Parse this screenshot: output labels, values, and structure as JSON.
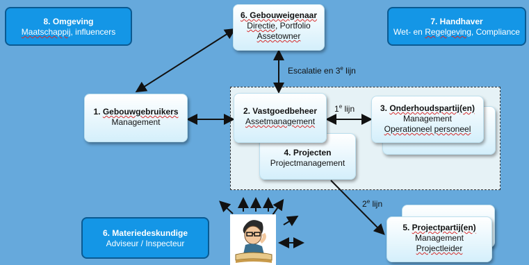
{
  "boxes": {
    "omgeving": {
      "title": "8. Omgeving",
      "line1": "Maatschappij",
      "line1_rest": ", influencers"
    },
    "gebouweigenaar": {
      "title": "6. Gebouweigenaar",
      "line1a": "Directie",
      "line1b": ", Portfolio",
      "line2": "Assetowner"
    },
    "handhaver": {
      "title": "7. Handhaver",
      "line1a": "Wet- en ",
      "line1b": "Regelgeving",
      "line1c": ", Compliance"
    },
    "gebouwgebruikers": {
      "title": "1. Gebouwgebruikers",
      "line1": "Management"
    },
    "vastgoedbeheer": {
      "title": "2. Vastgoedbeheer",
      "line1": "Assetmanagement"
    },
    "onderhoudspartij": {
      "title": "3. Onderhoudspartij(en)",
      "line1": "Management",
      "line2": "Operationeel personeel"
    },
    "projecten": {
      "title": "4. Projecten",
      "line1": "Projectmanagement"
    },
    "materiedeskundige": {
      "title": "6. Materiedeskundige",
      "line1": "Adviseur / Inspecteur"
    },
    "projectpartij": {
      "title": "5. Projectpartij(en)",
      "line1": "Management",
      "line2": "Projectleider"
    }
  },
  "labels": {
    "escalatie_a": "Escalatie en 3",
    "escalatie_sup": "e",
    "escalatie_b": " lijn",
    "lijn1_a": "1",
    "lijn1_sup": "e",
    "lijn1_b": " lijn",
    "lijn2_a": "2",
    "lijn2_sup": "e",
    "lijn2_b": " lijn"
  },
  "colors": {
    "background": "#66a9dc",
    "dark_box": "#1496e6",
    "arrow": "#111111"
  }
}
